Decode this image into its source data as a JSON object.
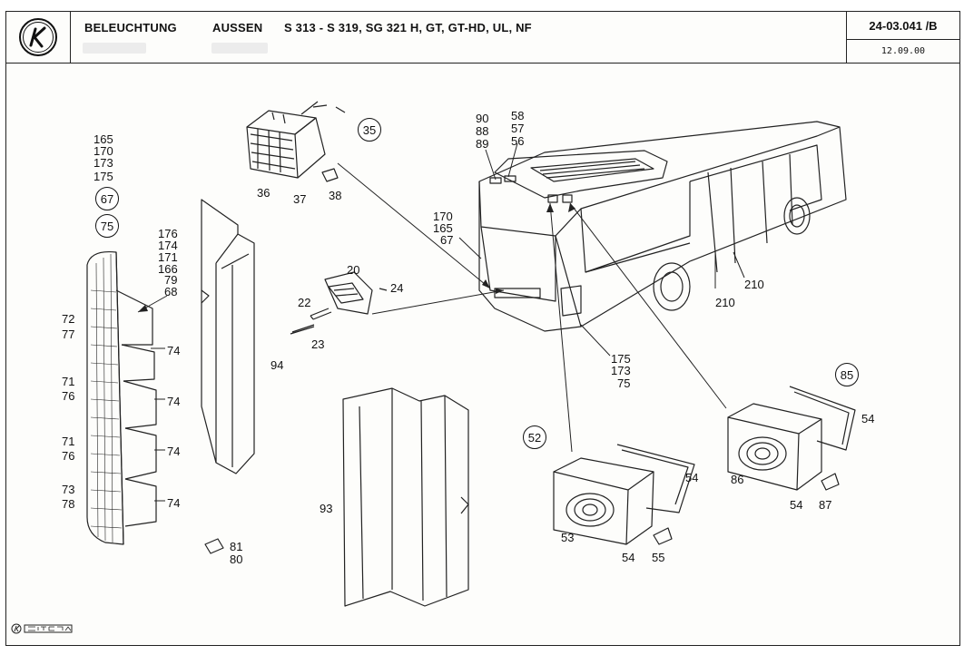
{
  "header": {
    "category": "BELEUCHTUNG",
    "subcategory": "AUSSEN",
    "models": "S 313 - S 319, SG 321 H, GT, GT-HD, UL, NF",
    "doc_number": "24-03.041 /B",
    "date": "12.09.00"
  },
  "callouts": {
    "c35": "35",
    "c67": "67",
    "c75": "75",
    "c52": "52",
    "c85": "85"
  },
  "labels": {
    "l165a": "165",
    "l170a": "170",
    "l173a": "173",
    "l175a": "175",
    "l176": "176",
    "l174": "174",
    "l171": "171",
    "l166": "166",
    "l79": "79",
    "l68": "68",
    "l72": "72",
    "l77": "77",
    "l71a": "71",
    "l76a": "76",
    "l71b": "71",
    "l76b": "76",
    "l73": "73",
    "l78": "78",
    "l74a": "74",
    "l74b": "74",
    "l74c": "74",
    "l74d": "74",
    "l81": "81",
    "l80": "80",
    "l94": "94",
    "l93": "93",
    "l36": "36",
    "l37": "37",
    "l38": "38",
    "l20": "20",
    "l22": "22",
    "l24": "24",
    "l23": "23",
    "l90": "90",
    "l88": "88",
    "l89": "89",
    "l58": "58",
    "l57": "57",
    "l56": "56",
    "l170b": "170",
    "l165b": "165",
    "l67": "67",
    "l210a": "210",
    "l210b": "210",
    "l175b": "175",
    "l173b": "173",
    "l75b": "75",
    "l54a": "54",
    "l53": "53",
    "l54b": "54",
    "l55": "55",
    "l54c": "54",
    "l86": "86",
    "l54d": "54",
    "l87": "87"
  }
}
